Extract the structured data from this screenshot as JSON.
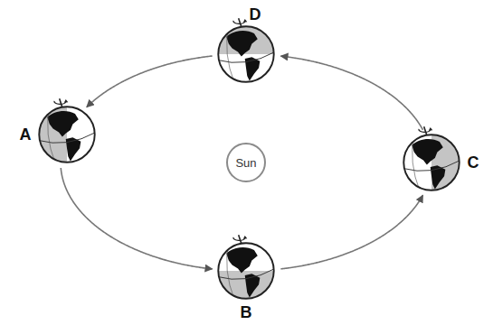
{
  "diagram": {
    "nodes": [
      {
        "text": [
          "D"
        ]
      },
      {
        "text": [
          "A"
        ]
      },
      {
        "text": [
          "Sun"
        ]
      },
      {
        "text": [
          "C"
        ]
      },
      {
        "text": [
          "B"
        ]
      }
    ],
    "edges": [
      {
        "from": 0,
        "to": 1,
        "arrow": "to"
      },
      {
        "from": 1,
        "to": 4,
        "arrow": "to"
      },
      {
        "from": 4,
        "to": 3,
        "arrow": "to"
      },
      {
        "from": 3,
        "to": 0,
        "arrow": "to"
      }
    ]
  }
}
